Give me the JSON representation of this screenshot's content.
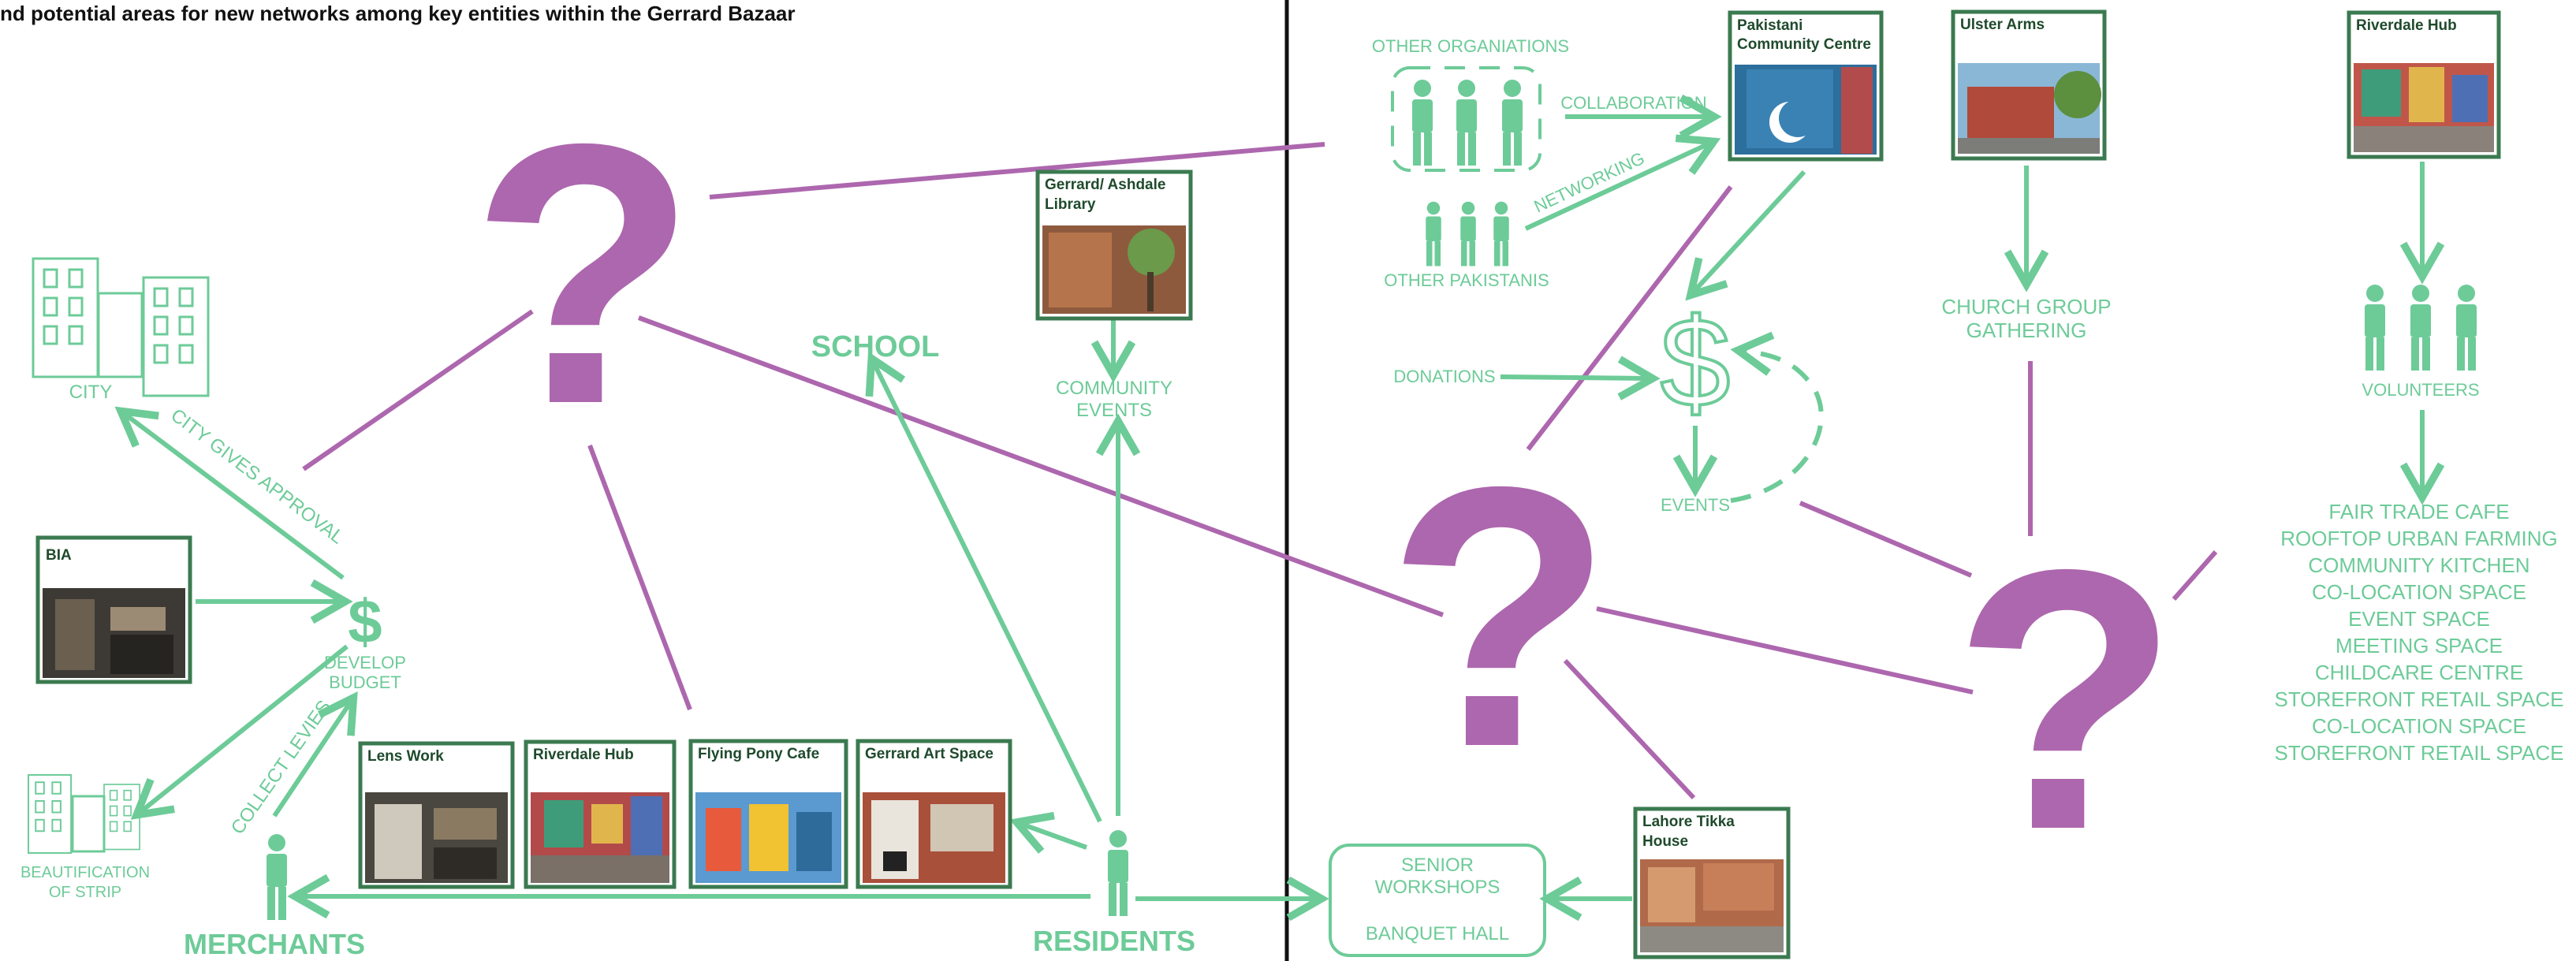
{
  "title": "nd potential areas for new networks among key entities within the Gerrard Bazaar",
  "colors": {
    "green": "#6dcb98",
    "purple": "#ad67ae",
    "frame": "#3b7a50",
    "divider": "#111111"
  },
  "nodes": {
    "city": "CITY",
    "city_approval": "CITY GIVES APPROVAL",
    "bia": "BIA",
    "develop_budget_1": "DEVELOP",
    "develop_budget_2": "BUDGET",
    "beautification_1": "BEAUTIFICATION",
    "beautification_2": "OF STRIP",
    "collect_levies": "COLLECT LEVIES",
    "merchants": "MERCHANTS",
    "school": "SCHOOL",
    "residents": "RESIDENTS",
    "community_events_1": "COMMUNITY",
    "community_events_2": "EVENTS",
    "senior_workshops_1": "SENIOR",
    "senior_workshops_2": "WORKSHOPS",
    "banquet_hall": "BANQUET HALL",
    "other_organizations": "OTHER ORGANIATIONS",
    "collaboration": "COLLABORATION",
    "networking": "NETWORKING",
    "other_pakistanis": "OTHER PAKISTANIS",
    "donations": "DONATIONS",
    "events": "EVENTS",
    "church_group_1": "CHURCH GROUP",
    "church_group_2": "GATHERING",
    "volunteers": "VOLUNTEERS",
    "dollar": "$",
    "question": "?"
  },
  "cards": {
    "library": "Gerrard/ Ashdale Library",
    "pakistani_centre": "Pakistani Community Centre",
    "ulster_arms": "Ulster Arms",
    "riverdale_hub_top": "Riverdale Hub",
    "bia": "BIA",
    "lens_work": "Lens Work",
    "riverdale_hub": "Riverdale Hub",
    "flying_pony": "Flying Pony Cafe",
    "gerrard_art": "Gerrard Art Space",
    "lahore_tikka": "Lahore Tikka House"
  },
  "hub_services": [
    "FAIR TRADE CAFE",
    "ROOFTOP URBAN FARMING",
    "COMMUNITY KITCHEN",
    "CO-LOCATION SPACE",
    "EVENT SPACE",
    "MEETING SPACE",
    "CHILDCARE CENTRE",
    "STOREFRONT RETAIL SPACE",
    "CO-LOCATION SPACE",
    "STOREFRONT RETAIL SPACE"
  ]
}
